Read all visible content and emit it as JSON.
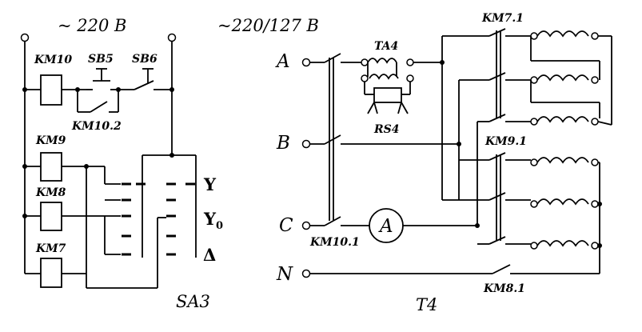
{
  "headers": {
    "left_voltage": "~ 220 B",
    "right_voltage": "~220/127 B"
  },
  "relays": {
    "km10": "KM10",
    "km9": "KM9",
    "km8": "KM8",
    "km7": "KM7"
  },
  "buttons": {
    "sb5": "SB5",
    "sb6": "SB6"
  },
  "contacts": {
    "km10_2": "KM10.2",
    "km10_1": "KM10.1",
    "km7_1": "KM7.1",
    "km9_1": "KM9.1",
    "km8_1": "KM8.1"
  },
  "switch": {
    "name": "SA3",
    "pos_star": "Y",
    "pos_star0_main": "Y",
    "pos_star0_sub": "0",
    "pos_delta": "Δ"
  },
  "transformer": {
    "name": "T4",
    "current_transformer": "TA4",
    "resistor": "RS4",
    "ammeter": "A"
  },
  "phases": {
    "a": "A",
    "b": "B",
    "c": "C",
    "n": "N"
  }
}
